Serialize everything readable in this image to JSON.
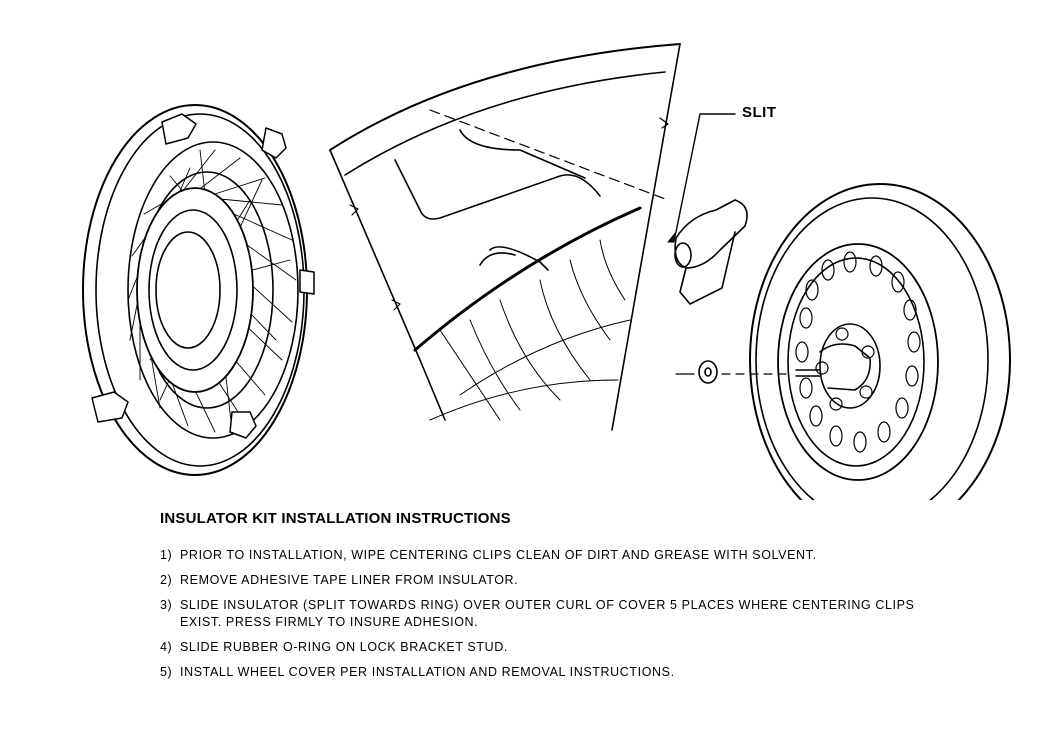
{
  "callout": {
    "slit_label": "SLIT"
  },
  "instructions": {
    "title": "INSULATOR KIT INSTALLATION INSTRUCTIONS",
    "steps": [
      {
        "number": "1)",
        "text": "PRIOR TO INSTALLATION, WIPE CENTERING CLIPS CLEAN OF DIRT AND GREASE WITH SOLVENT."
      },
      {
        "number": "2)",
        "text": "REMOVE ADHESIVE TAPE LINER FROM INSULATOR."
      },
      {
        "number": "3)",
        "text": "SLIDE INSULATOR (SPLIT TOWARDS RING) OVER OUTER CURL OF COVER 5 PLACES WHERE CENTERING CLIPS EXIST. PRESS FIRMLY TO INSURE ADHESION."
      },
      {
        "number": "4)",
        "text": "SLIDE RUBBER O-RING ON LOCK BRACKET STUD."
      },
      {
        "number": "5)",
        "text": "INSTALL WHEEL COVER PER INSTALLATION AND REMOVAL INSTRUCTIONS."
      }
    ]
  }
}
